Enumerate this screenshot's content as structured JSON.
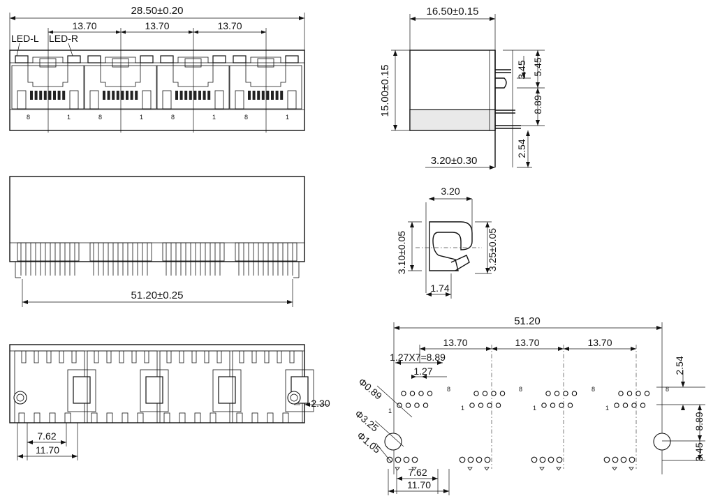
{
  "front": {
    "overall_width": "28.50±0.20",
    "pitch": [
      "13.70",
      "13.70",
      "13.70"
    ],
    "led_left": "LED-L",
    "led_right": "LED-R",
    "pin_labels": [
      "8",
      "1",
      "8",
      "1",
      "8",
      "1",
      "8",
      "1"
    ]
  },
  "side": {
    "width": "16.50±0.15",
    "height": "15.00±0.15",
    "pin_offset": "3.20±0.30",
    "d_345": "3.45",
    "d_545": "5.45",
    "d_889": "8.89",
    "d_254": "2.54"
  },
  "bottom_view": {
    "length": "51.20±0.25"
  },
  "clip": {
    "width": "3.20",
    "height_left": "3.10±0.05",
    "height_right": "3.25±0.05",
    "tab": "1.74"
  },
  "rear": {
    "d_230": "2.30",
    "d_762": "7.62",
    "d_1170": "11.70"
  },
  "pcb": {
    "total": "51.20",
    "pitch": [
      "13.70",
      "13.70",
      "13.70"
    ],
    "pin_row": "1.27X7=8.89",
    "d_127": "1.27",
    "phi_089": "Φ0.89",
    "phi_325": "Φ3.25",
    "phi_105": "Φ1.05",
    "d_762": "7.62",
    "d_1170": "11.70",
    "d_254": "2.54",
    "d_889": "8.89",
    "d_345": "3.45",
    "pin_labels": [
      "1",
      "8",
      "1",
      "8",
      "1",
      "8",
      "1",
      "8"
    ]
  }
}
